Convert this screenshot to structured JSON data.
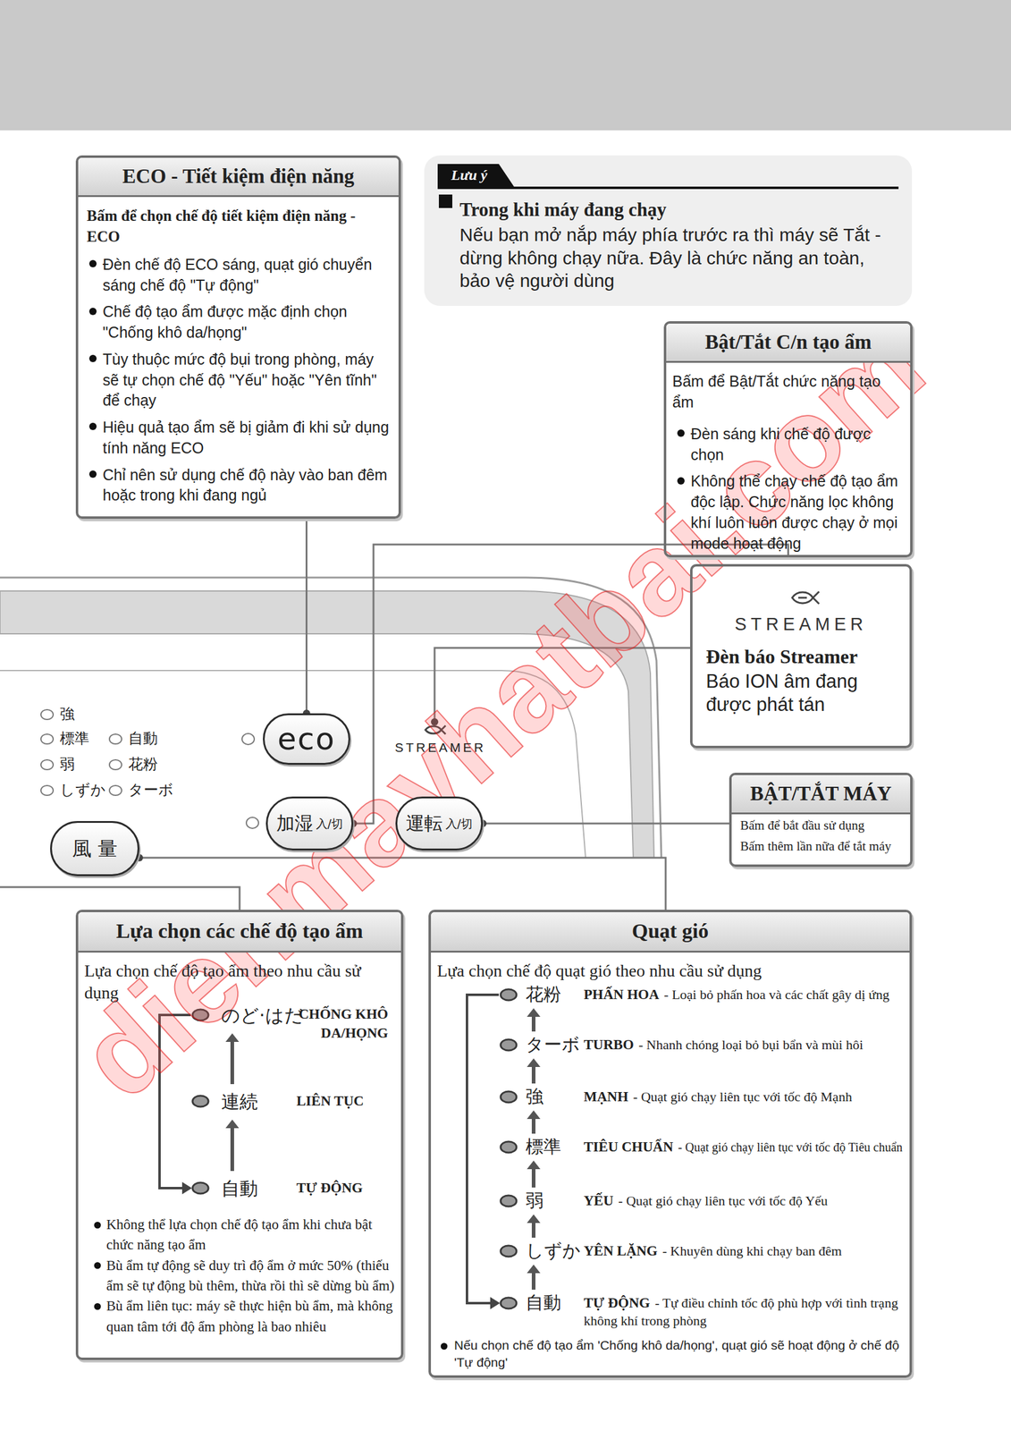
{
  "diagram": {
    "nodes": [
      {
        "text": [
          "ECO - Tiết kiệm điện năng",
          "Bấm để chọn chế độ tiết kiệm điện năng - ECO",
          "Đèn chế độ ECO sáng, quạt gió chuyển sáng chế độ \"Tự động\"",
          "Chế độ tạo ẩm được mặc định chọn \"Chống khô da/họng\"",
          "Tùy thuộc mức độ bụi trong phòng, máy sẽ tự chọn chế độ \"Yếu\" hoặc \"Yên tĩnh\" để chạy",
          "Hiệu quả tạo ẩm sẽ bị giảm đi khi sử dụng tính năng ECO",
          "Chỉ nên sử dụng chế độ này vào ban đêm hoặc trong khi đang ngủ"
        ]
      },
      {
        "text": [
          "Lưu ý",
          "Trong khi máy đang chạy",
          "Nếu bạn mở nắp máy phía trước ra thì máy sẽ Tắt - dừng không chạy nữa. Đây là chức năng an toàn, bảo vệ người dùng"
        ]
      },
      {
        "text": [
          "Bật/Tắt C/n tạo ẩm",
          "Bấm để Bật/Tắt chức năng tạo ẩm",
          "Đèn sáng khi chế độ được chọn",
          "Không thể chạy chế độ tạo ẩm độc lập. Chức năng lọc không khí luôn luôn được chạy ở mọi mode hoạt động"
        ]
      },
      {
        "text": [
          "STREAMER",
          "Đèn báo Streamer",
          "Báo ION âm đang được phát tán"
        ]
      },
      {
        "text": [
          "BẬT/TẮT MÁY",
          "Bấm để bắt đầu sử dụng",
          "Bấm thêm lần nữa để tắt máy"
        ]
      },
      {
        "text": [
          "eco"
        ]
      },
      {
        "text": [
          "加湿",
          "入/切"
        ]
      },
      {
        "text": [
          "運転",
          "入/切"
        ]
      },
      {
        "text": [
          "風 量"
        ]
      },
      {
        "text": [
          "Lựa chọn các chế độ tạo ẩm",
          "Lựa chọn chế độ tạo ẩm theo nhu cầu sử dụng",
          "Không thể lựa chọn chế độ tạo ẩm khi chưa bật chức năng tạo ẩm",
          "Bù ẩm tự động sẽ duy trì độ ẩm ở mức 50% (thiếu ẩm sẽ tự động bù thêm, thừa rồi thì sẽ dừng bù ẩm)",
          "Bù ẩm liên tục: máy sẽ thực hiện bù ẩm, mà không quan tâm tới độ ẩm phòng là bao nhiêu"
        ]
      },
      {
        "text": [
          "Quạt gió",
          "Lựa chọn chế độ quạt gió theo nhu cầu sử dụng",
          "Nếu chọn chế độ tạo ẩm 'Chống khô da/họng', quạt gió sẽ hoạt động ở chế độ 'Tự động'"
        ]
      }
    ],
    "edges": [
      {
        "from": 5,
        "to": 0,
        "arrow": "none"
      },
      {
        "from": 6,
        "to": 2,
        "arrow": "none"
      },
      {
        "from": 7,
        "to": 4,
        "arrow": "none"
      },
      {
        "from": 8,
        "to": 10,
        "arrow": "none"
      }
    ],
    "labels": [
      "強",
      "標準",
      "自動",
      "弱",
      "花粉",
      "しずか",
      "ターボ",
      "STREAMER",
      "のど·はだ",
      "CHỐNG KHÔ DA/HỌNG",
      "連続",
      "LIÊN TỤC",
      "自動",
      "TỰ ĐỘNG",
      "花粉",
      "PHẤN HOA",
      "- Loại bỏ phấn hoa và các chất gây dị ứng",
      "ターボ",
      "TURBO",
      "- Nhanh chóng loại bỏ bụi bẩn và mùi hôi",
      "強",
      "MẠNH",
      "- Quạt gió chạy liên tục với tốc độ Mạnh",
      "標準",
      "TIÊU CHUẨN",
      "- Quạt gió chạy liên tục với tốc độ Tiêu chuẩn",
      "弱",
      "YẾU",
      "- Quạt gió chạy liên tục với tốc độ Yếu",
      "しずか",
      "YÊN LẶNG",
      "- Khuyên dùng khi chạy ban đêm",
      "自動",
      "TỰ ĐỘNG",
      "- Tự điều chỉnh tốc độ phù hợp với tình trạng không khí trong phòng",
      "dienmayhatbai.com"
    ]
  }
}
